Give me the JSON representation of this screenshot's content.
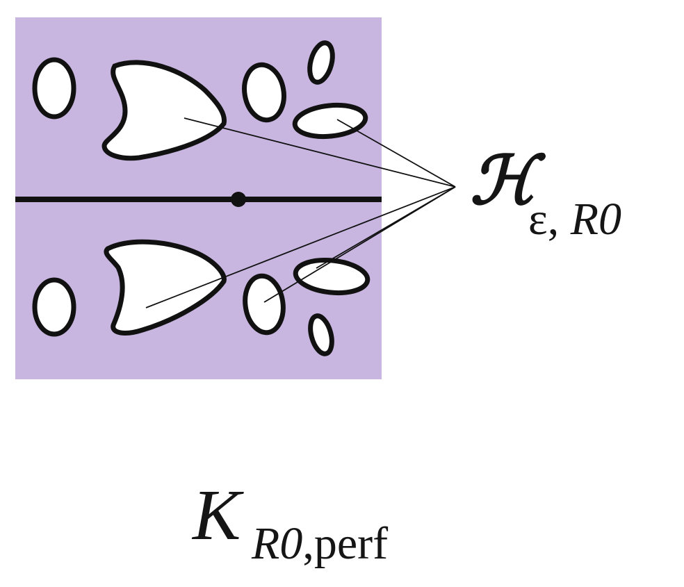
{
  "colors": {
    "region_fill": "#c8b6e0",
    "hole_fill": "#ffffff",
    "outline": "#111111"
  },
  "labels": {
    "perforation_symbol": "ℋ",
    "perforation_subscript_eps": "ε, ",
    "perforation_subscript_R": "R",
    "perforation_subscript_R_index": "0",
    "domain_symbol": "K",
    "domain_subscript_R": "R",
    "domain_subscript_R_index": "0",
    "domain_subscript_suffix": ",perf"
  }
}
